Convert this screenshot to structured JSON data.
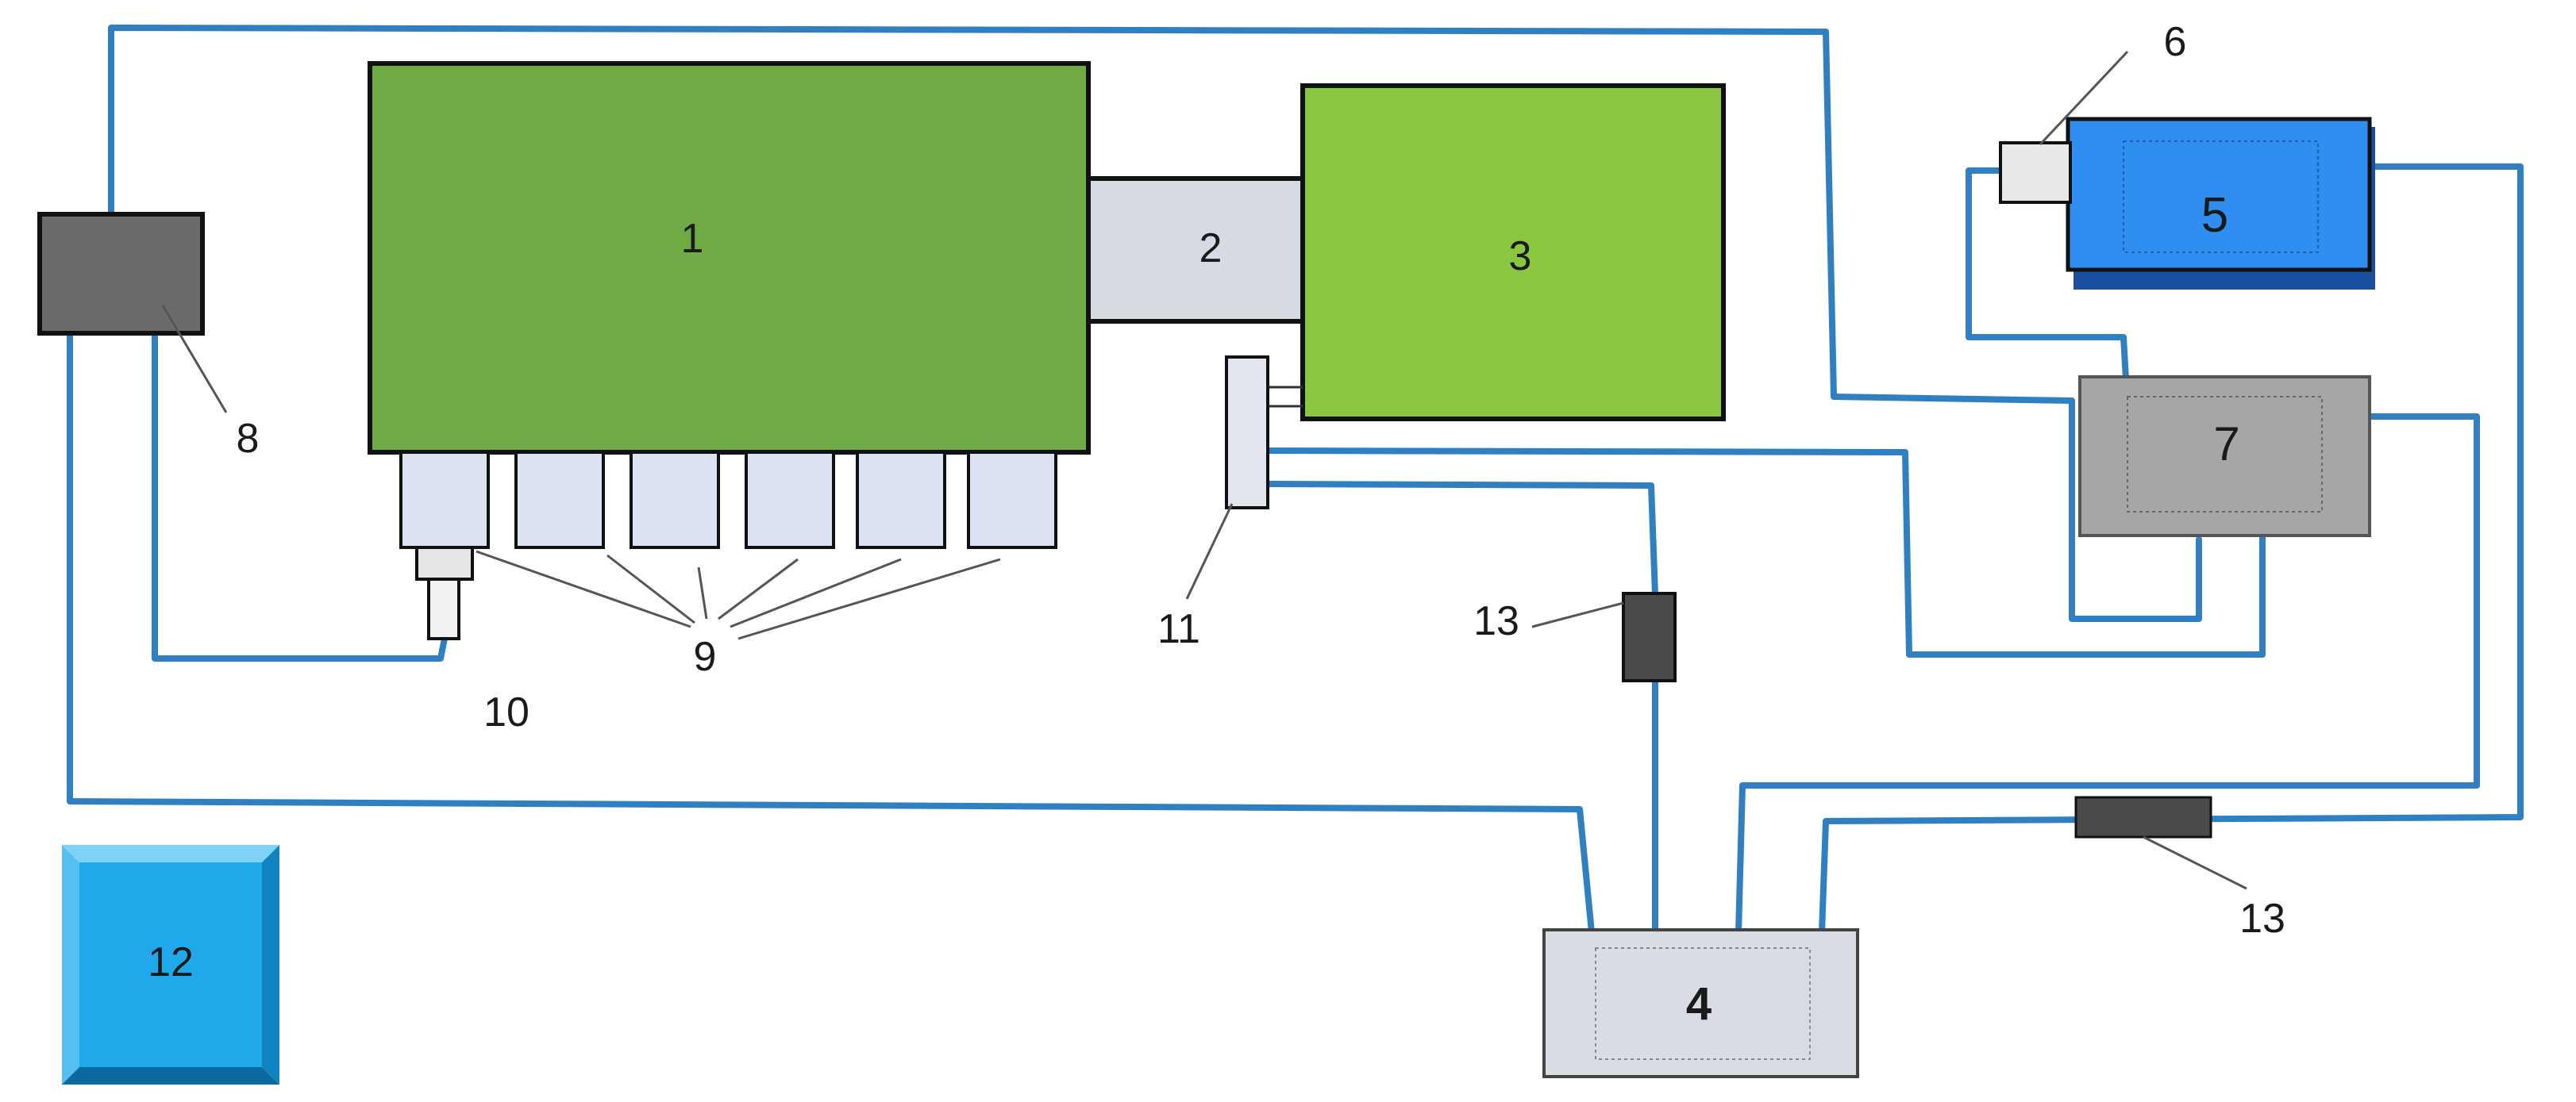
{
  "labels": {
    "c1": "1",
    "c2": "2",
    "c3": "3",
    "c4": "4",
    "c5": "5",
    "c6": "6",
    "c7": "7",
    "c8": "8",
    "c9": "9",
    "c10": "10",
    "c11": "11",
    "c12": "12",
    "c13a": "13",
    "c13b": "13"
  },
  "colors": {
    "wire": "#2f7fc1",
    "block1": "#70aa45",
    "block3": "#8bc640",
    "coupling2": "#d5dae3",
    "injectors9": "#dbe3f3",
    "box4": "#d9dce3",
    "box5": "#2f8ff0",
    "box7": "#a6a6a6",
    "box8": "#6b6b6b",
    "box12": "#1fa8ea",
    "filter13": "#4a4a4a"
  }
}
